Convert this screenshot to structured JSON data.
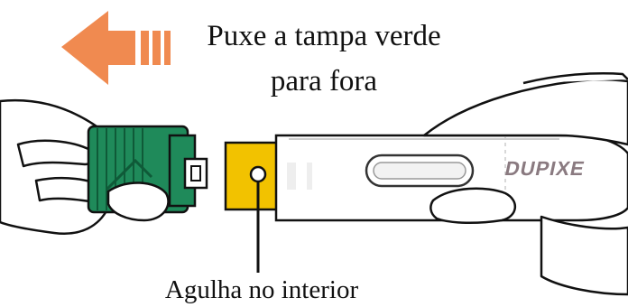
{
  "instruction": {
    "line1": "Puxe a tampa verde",
    "line2": "para fora"
  },
  "callout": {
    "label": "Agulha no interior"
  },
  "device": {
    "brand_text": "DUPIXE"
  },
  "icons": {
    "arrow": "left-arrow-icon"
  },
  "colors": {
    "arrow": "#f08a50",
    "cap_green": "#1f8a5a",
    "needle_shield_yellow": "#f2c200",
    "pen_body": "#ffffff",
    "outline": "#111111"
  }
}
